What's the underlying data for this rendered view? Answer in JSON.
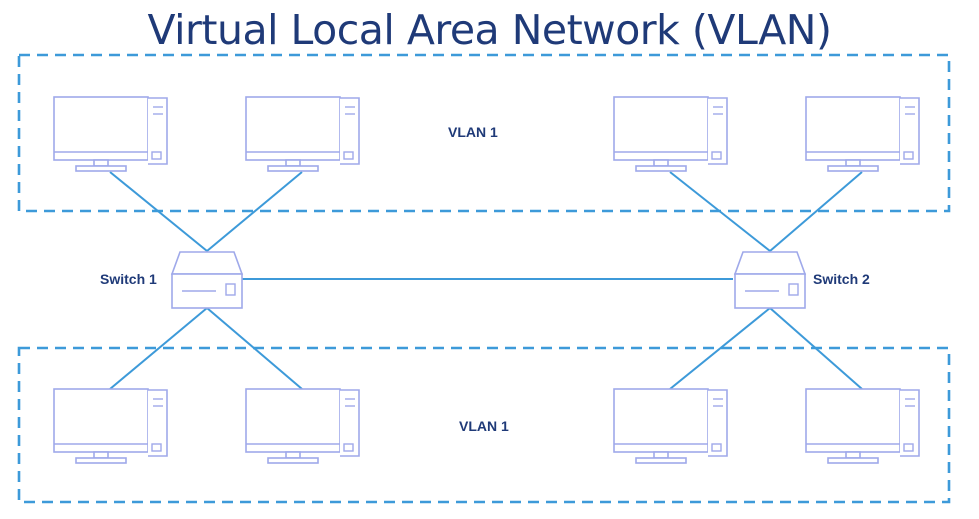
{
  "title": "Virtual Local Area Network (VLAN)",
  "groups": [
    {
      "label": "VLAN 1"
    },
    {
      "label": "VLAN 1"
    }
  ],
  "switches": [
    {
      "label": "Switch 1"
    },
    {
      "label": "Switch 2"
    }
  ],
  "computer_count_per_group": 4,
  "colors": {
    "title": "#1f3a78",
    "label": "#1f3a78",
    "device_outline": "#9fa9ea",
    "link": "#3d9ad9",
    "dashed_border": "#3d9ad9"
  },
  "icons": [
    "desktop-computer-icon",
    "network-switch-icon"
  ]
}
